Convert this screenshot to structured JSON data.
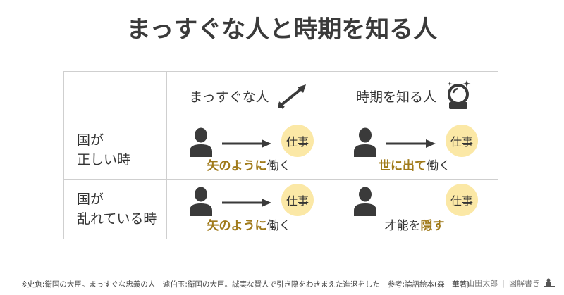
{
  "title": "まっすぐな人と時期を知る人",
  "header": {
    "col1": "まっすぐな人",
    "col1_icon": "arrow-icon",
    "col2": "時期を知る人",
    "col2_icon": "crystal-ball-icon"
  },
  "rows": [
    {
      "label_line1": "国が",
      "label_line2": "正しい時",
      "cells": [
        {
          "job": "仕事",
          "caption_bold": "矢のように",
          "caption_rest": "働く"
        },
        {
          "job": "仕事",
          "caption_bold": "世に出て",
          "caption_rest": "働く"
        }
      ]
    },
    {
      "label_line1": "国が",
      "label_line2": "乱れている時",
      "cells": [
        {
          "job": "仕事",
          "caption_bold": "矢のように",
          "caption_rest": "働く"
        },
        {
          "job": "仕事",
          "caption_pre": "才能を",
          "caption_bold": "隠す"
        }
      ]
    }
  ],
  "footer": {
    "note": "※史魚:衛国の大臣。まっすぐな忠義の人　遽伯玉:衛国の大臣。誠実な賢人で引き際をわきまえた進退をした　参考:論語絵本(森　華著)",
    "brand_name": "山田太郎",
    "brand_sep": "|",
    "brand_label": "図解書き"
  },
  "colors": {
    "accent_text": "#a07a1a",
    "job_circle": "#fbe8a6",
    "icon_dark": "#3a3a3a"
  }
}
